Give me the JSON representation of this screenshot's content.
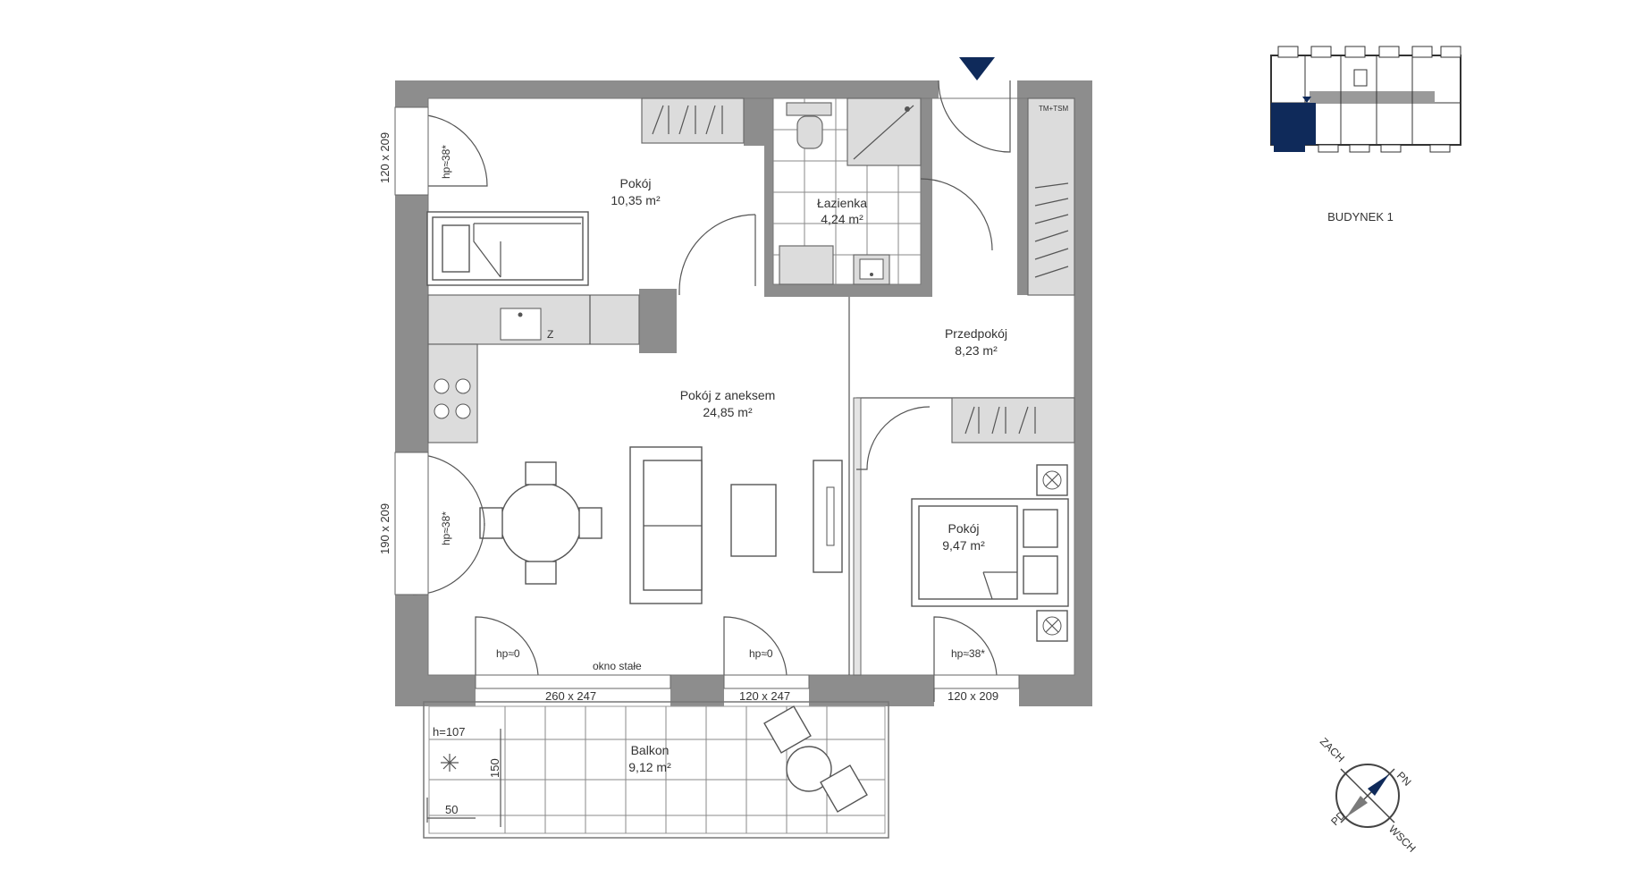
{
  "rooms": {
    "pokoj_top": {
      "name": "Pokój",
      "area": "10,35 m²"
    },
    "lazienka": {
      "name": "Łazienka",
      "area": "4,24 m²"
    },
    "przedpokoj": {
      "name": "Przedpokój",
      "area": "8,23 m²"
    },
    "pokoj_aneks": {
      "name": "Pokój z aneksem",
      "area": "24,85 m²"
    },
    "pokoj_right": {
      "name": "Pokój",
      "area": "9,47 m²"
    },
    "balkon": {
      "name": "Balkon",
      "area": "9,12 m²"
    }
  },
  "windows": {
    "left_top_size": "120 x 209",
    "left_bottom_size": "190 x 209",
    "bottom_large": "260 x 247",
    "bottom_mid": "120 x 247",
    "bottom_right": "120 x 209",
    "hp_38": "hp≈38*",
    "hp_0": "hp≈0",
    "fixed_window": "okno stałe"
  },
  "balcony": {
    "height": "h=107",
    "depth": "150",
    "width": "50"
  },
  "closet_note": "TM+TSM",
  "building": {
    "label": "BUDYNEK 1"
  },
  "compass": {
    "north": "PN",
    "east": "WSCH",
    "south": "PD",
    "west": "ZACH"
  },
  "colors": {
    "wall": "#8d8d8d",
    "fixture": "#dcdcdc",
    "highlight": "#0f2a5a"
  }
}
